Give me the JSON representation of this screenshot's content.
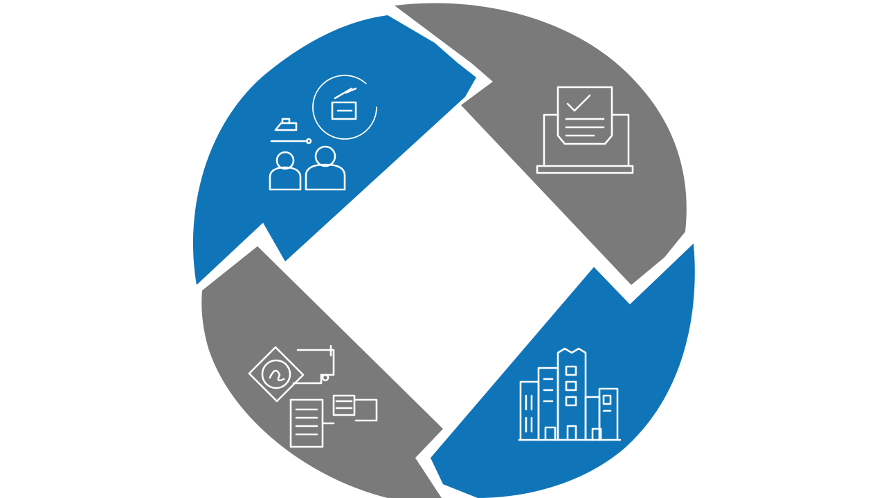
{
  "diagram": {
    "type": "cycle",
    "segment_count": 4,
    "colors": {
      "blue": "#0f75b8",
      "gray": "#7a7a7a",
      "icon": "#ffffff",
      "background": "#ffffff"
    },
    "segments": [
      {
        "id": "top-left",
        "color": "blue",
        "icon": "people-meeting-icon"
      },
      {
        "id": "top-right",
        "color": "gray",
        "icon": "laptop-document-icon"
      },
      {
        "id": "bottom-right",
        "color": "blue",
        "icon": "buildings-icon"
      },
      {
        "id": "bottom-left",
        "color": "gray",
        "icon": "workflow-documents-icon"
      }
    ]
  }
}
